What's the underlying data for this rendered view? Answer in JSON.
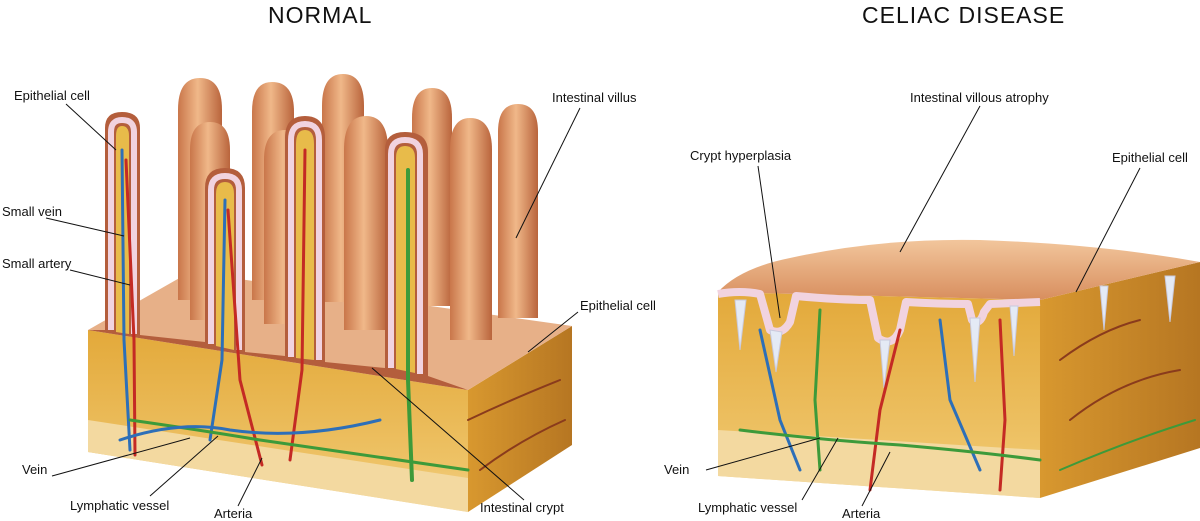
{
  "normal": {
    "title": "NORMAL",
    "labels": {
      "epithelial_cell_left": "Epithelial cell",
      "small_vein": "Small vein",
      "small_artery": "Small artery",
      "intestinal_villus": "Intestinal villus",
      "epithelial_cell_right": "Epithelial cell",
      "vein": "Vein",
      "lymphatic_vessel": "Lymphatic vessel",
      "arteria": "Arteria",
      "intestinal_crypt": "Intestinal crypt"
    }
  },
  "celiac": {
    "title": "CELIAC DISEASE",
    "labels": {
      "intestinal_villous_atrophy": "Intestinal villous atrophy",
      "crypt_hyperplasia": "Crypt hyperplasia",
      "epithelial_cell": "Epithelial cell",
      "vein": "Vein",
      "lymphatic_vessel": "Lymphatic vessel",
      "arteria": "Arteria"
    }
  },
  "colors": {
    "villus_fill": "#e9a673",
    "villus_shadow": "#b9603a",
    "tissue_yellow": "#e8b73c",
    "tissue_light": "#f2d89a",
    "tissue_side": "#c98a2a",
    "epithelium_pink": "#f1d3df",
    "vein_blue": "#2d6fb8",
    "artery_red": "#c42a24",
    "lymph_green": "#3d9a3a",
    "leader_line": "#111111"
  }
}
